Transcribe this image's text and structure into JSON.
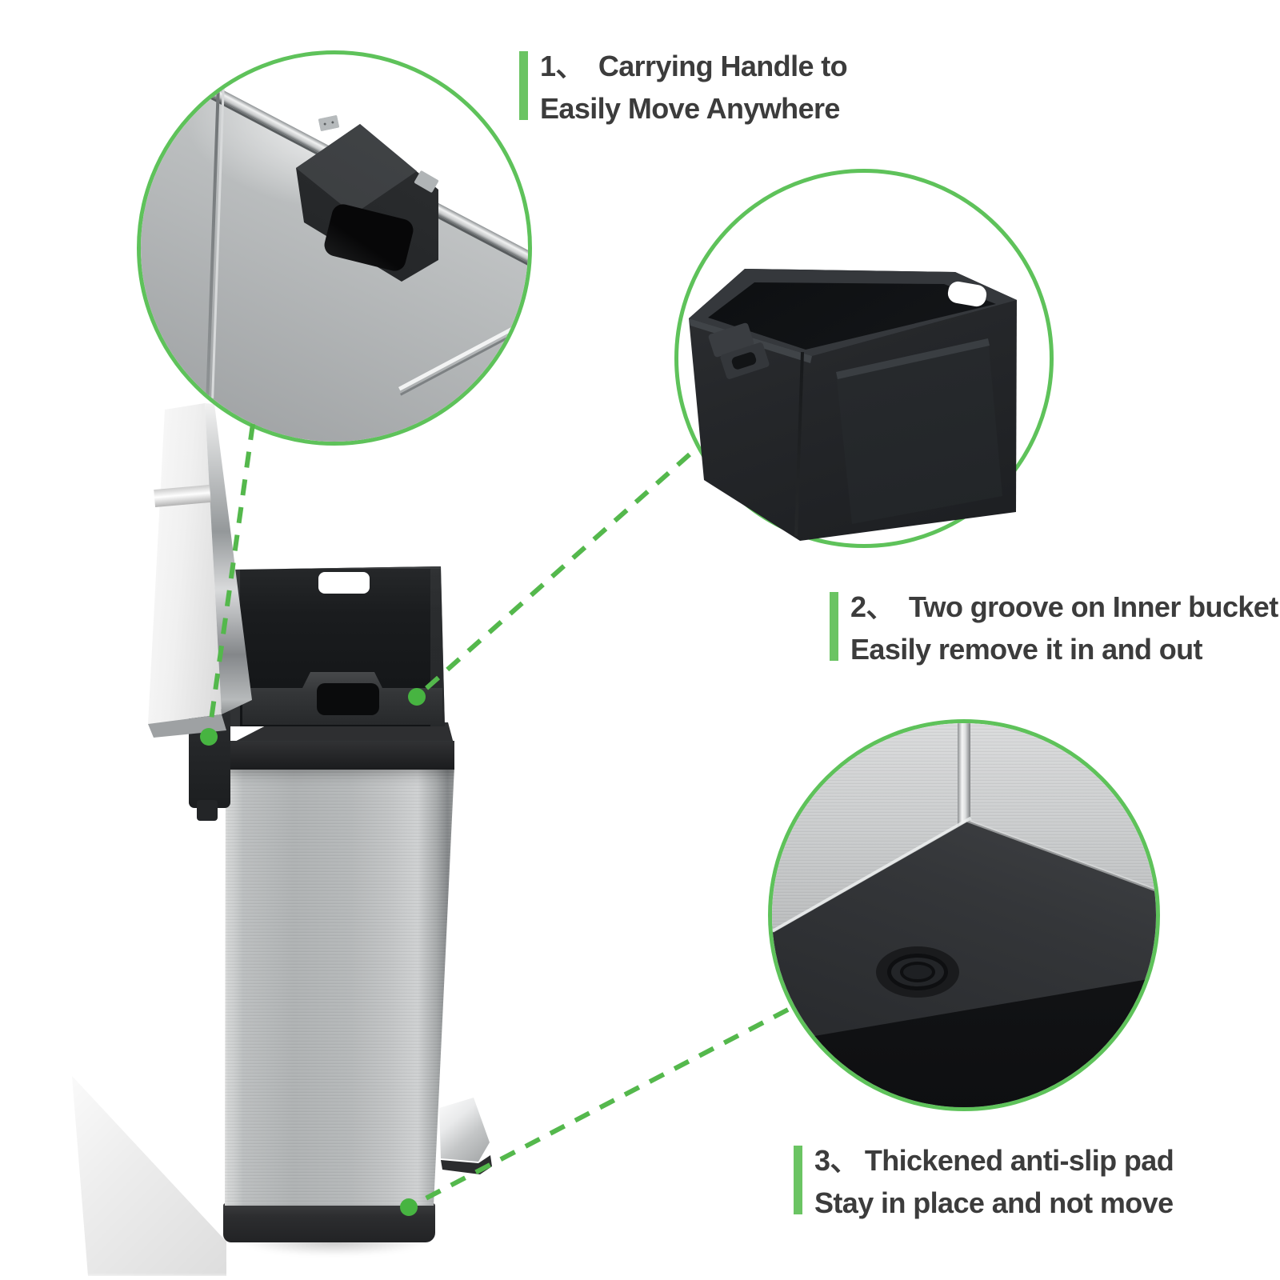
{
  "colors": {
    "background": "#ffffff",
    "accent_green_bar": "#6bc463",
    "accent_green_line": "#54b84c",
    "accent_green_ring": "#5ec25a",
    "accent_green_dot": "#47b441",
    "text": "#3c3c3c"
  },
  "annotations": [
    {
      "number": "1、",
      "title": "Carrying Handle to",
      "subtitle": "Easily Move Anywhere"
    },
    {
      "number": "2、",
      "title": "Two groove on Inner bucket",
      "subtitle": "Easily remove it in and out"
    },
    {
      "number": "3、",
      "title": "Thickened anti-slip pad",
      "subtitle": "Stay in place and not move"
    }
  ],
  "callout_icons": [
    "carrying-handle-detail-icon",
    "inner-bucket-detail-icon",
    "anti-slip-pad-detail-icon"
  ]
}
